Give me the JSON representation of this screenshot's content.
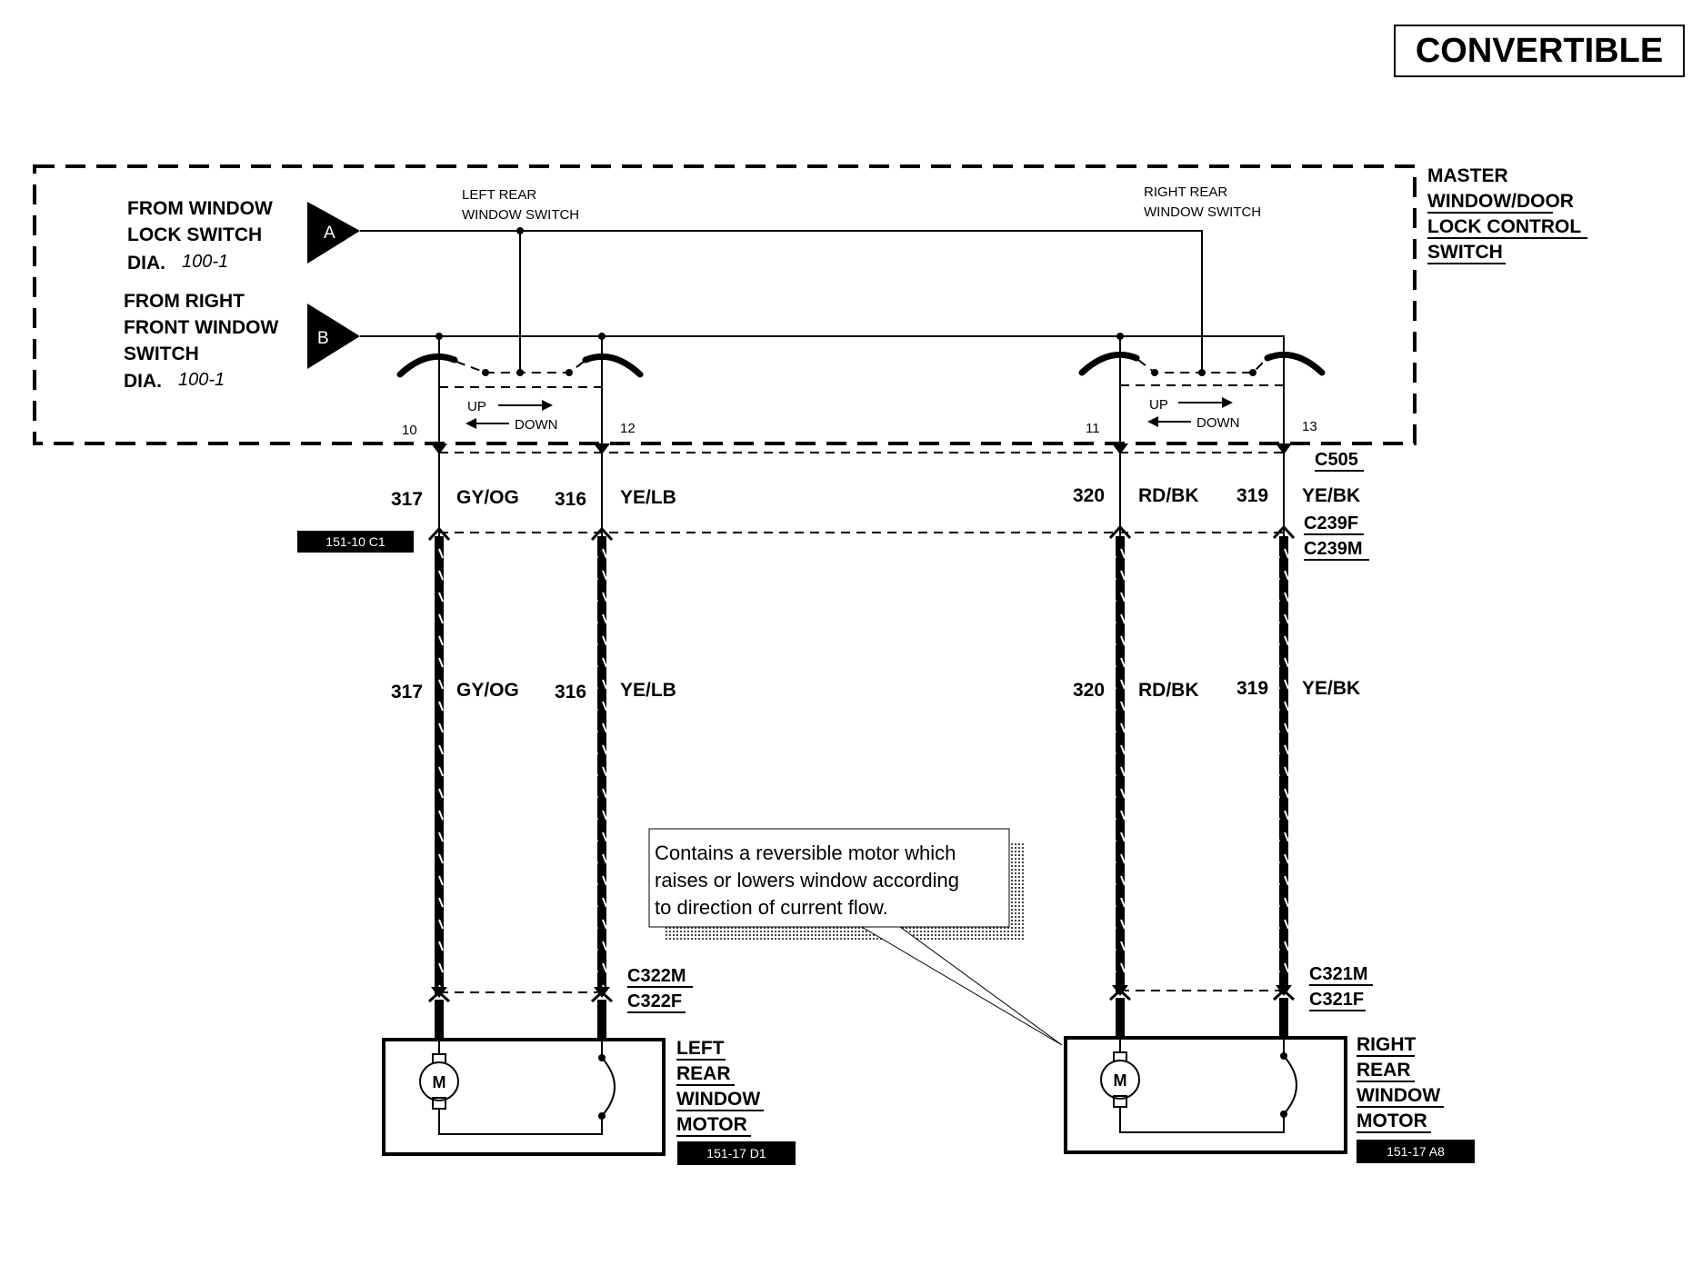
{
  "header": {
    "badge": "CONVERTIBLE"
  },
  "inputs": {
    "a": {
      "letter": "A",
      "line1": "FROM WINDOW",
      "line2": "LOCK SWITCH",
      "dia_label": "DIA.",
      "dia_ref": "100-1"
    },
    "b": {
      "letter": "B",
      "line1": "FROM RIGHT",
      "line2": "FRONT WINDOW",
      "line3": "SWITCH",
      "dia_label": "DIA.",
      "dia_ref": "100-1"
    }
  },
  "master_switch": {
    "line1": "MASTER",
    "line2": "WINDOW/DOOR",
    "line3": "LOCK CONTROL",
    "line4": "SWITCH"
  },
  "left_switch": {
    "line1": "LEFT REAR",
    "line2": "WINDOW SWITCH",
    "up": "UP",
    "down": "DOWN",
    "pin_a": "10",
    "pin_b": "12"
  },
  "right_switch": {
    "line1": "RIGHT REAR",
    "line2": "WINDOW SWITCH",
    "up": "UP",
    "down": "DOWN",
    "pin_a": "11",
    "pin_b": "13"
  },
  "connectors": {
    "c505": "C505",
    "c239f": "C239F",
    "c239m": "C239M",
    "c322m": "C322M",
    "c322f": "C322F",
    "c321m": "C321M",
    "c321f": "C321F"
  },
  "circuits": {
    "w317": {
      "num": "317",
      "color": "GY/OG"
    },
    "w316": {
      "num": "316",
      "color": "YE/LB"
    },
    "w320": {
      "num": "320",
      "color": "RD/BK"
    },
    "w319": {
      "num": "319",
      "color": "YE/BK"
    }
  },
  "refs": {
    "left_harness": "151-10 C1",
    "left_motor": "151-17 D1",
    "right_motor": "151-17 A8"
  },
  "note": {
    "line1": "Contains a reversible motor which",
    "line2": "raises or lowers window according",
    "line3": "to direction of current flow."
  },
  "left_motor": {
    "line1": "LEFT",
    "line2": "REAR",
    "line3": "WINDOW",
    "line4": "MOTOR",
    "symbol": "M"
  },
  "right_motor": {
    "line1": "RIGHT",
    "line2": "REAR",
    "line3": "WINDOW",
    "line4": "MOTOR",
    "symbol": "M"
  }
}
